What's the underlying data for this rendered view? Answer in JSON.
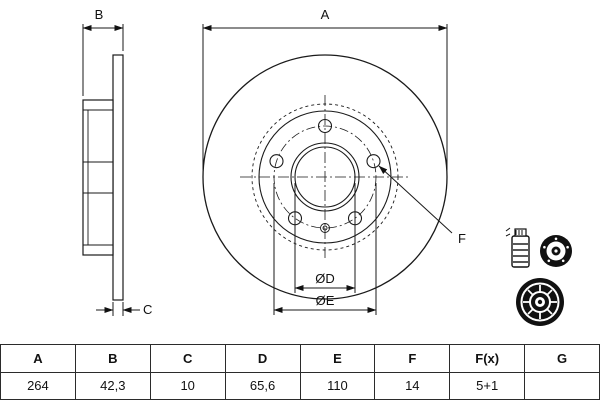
{
  "drawing": {
    "dim_a_label": "A",
    "dim_b_label": "B",
    "dim_c_label": "C",
    "dim_f_label": "F",
    "dim_d_label": "ØD",
    "dim_e_label": "ØE"
  },
  "icons": {
    "grease_tube": "grease-tube-icon",
    "small_disc": "brake-disc-small-icon",
    "big_disc": "brake-disc-icon"
  },
  "table": {
    "headers": [
      "A",
      "B",
      "C",
      "D",
      "E",
      "F",
      "F(x)",
      "G"
    ],
    "values": [
      "264",
      "42,3",
      "10",
      "65,6",
      "110",
      "14",
      "5+1",
      ""
    ]
  }
}
